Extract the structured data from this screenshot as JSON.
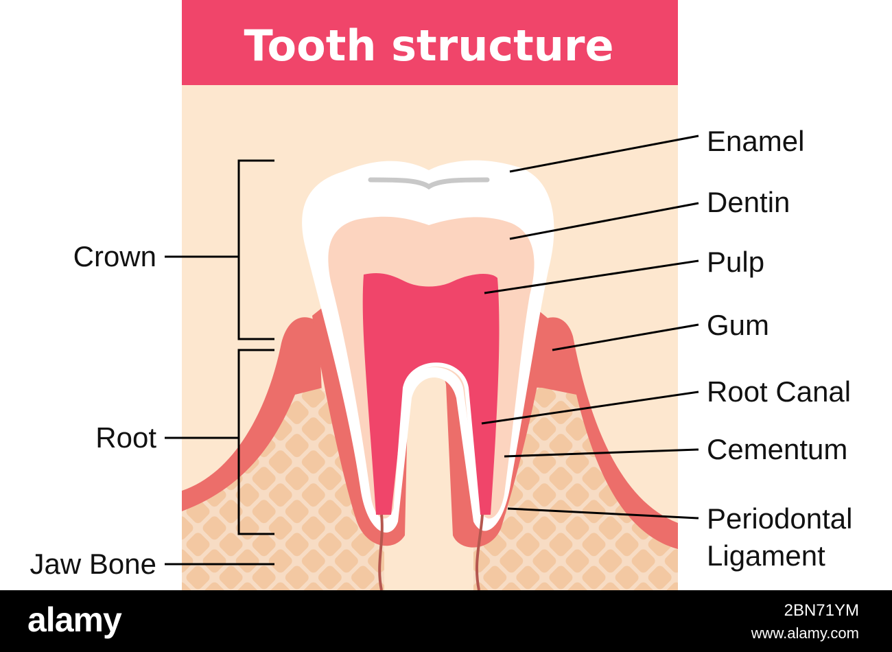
{
  "title": "Tooth structure",
  "colors": {
    "banner": "#f0456a",
    "background_panel": "#fde7cf",
    "gum": "#ec6e6a",
    "bone": "#f3c8a2",
    "enamel": "#ffffff",
    "dentin": "#fcd4bf",
    "pulp": "#f0456a",
    "nerve": "#b5574f"
  },
  "labels": {
    "enamel": "Enamel",
    "dentin": "Dentin",
    "pulp": "Pulp",
    "gum": "Gum",
    "root_canal": "Root Canal",
    "cementum": "Cementum",
    "periodontal_1": "Periodontal",
    "periodontal_2": "Ligament",
    "crown": "Crown",
    "root": "Root",
    "jaw_bone": "Jaw Bone"
  },
  "footer": {
    "logo": "alamy",
    "image_id": "2BN71YM",
    "url": "www.alamy.com"
  }
}
